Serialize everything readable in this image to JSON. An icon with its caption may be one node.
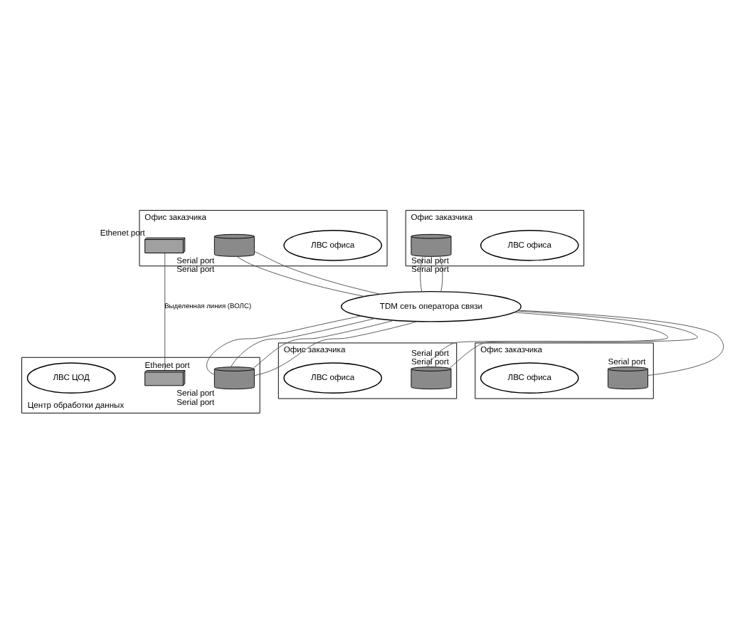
{
  "diagram": {
    "nodes": [
      {
        "text": [
          "Офис заказчика"
        ]
      },
      {
        "text": [
          "ЛВС офиса"
        ],
        "in": 0
      },
      {
        "text": [],
        "shape": "switch",
        "in": 0,
        "beside": [
          "Ethenet port"
        ]
      },
      {
        "text": [],
        "shape": "router",
        "in": 0,
        "beside": [
          "Serial port",
          "Serial port"
        ]
      },
      {
        "text": [
          "Офис заказчика"
        ]
      },
      {
        "text": [
          "ЛВС офиса"
        ],
        "in": 4
      },
      {
        "text": [],
        "shape": "router",
        "in": 4,
        "beside": [
          "Serial port",
          "Serial port"
        ]
      },
      {
        "text": [
          "TDM сеть оператора связи"
        ]
      },
      {
        "text": [
          "Центр обработки данных"
        ]
      },
      {
        "text": [],
        "shape": "switch",
        "in": 8,
        "beside": [
          "Ethenet port"
        ]
      },
      {
        "text": [],
        "shape": "router",
        "in": 8,
        "beside": [
          "Serial port",
          "Serial port"
        ]
      },
      {
        "text": [
          "ЛВС ЦОД"
        ],
        "in": 8
      },
      {
        "text": [
          "Офис заказчика"
        ]
      },
      {
        "text": [],
        "shape": "router",
        "in": 12,
        "beside": [
          "Serial port",
          "Serial port"
        ]
      },
      {
        "text": [
          "ЛВС офиса"
        ],
        "in": 12
      },
      {
        "text": [
          "Офис заказчика"
        ]
      },
      {
        "text": [],
        "shape": "router",
        "in": 15,
        "beside": [
          "Serial port"
        ]
      },
      {
        "text": [
          "ЛВС офиса"
        ],
        "in": 15
      }
    ],
    "edges": [
      {
        "from": 2,
        "to": 9,
        "arrow": "none",
        "label": "Выделенная линия (ВОЛС)"
      },
      {
        "from": 3,
        "to": 7,
        "arrow": "none"
      },
      {
        "from": 3,
        "to": 7,
        "arrow": "none"
      },
      {
        "from": 6,
        "to": 7,
        "arrow": "none"
      },
      {
        "from": 6,
        "to": 7,
        "arrow": "none"
      },
      {
        "from": 10,
        "to": 7,
        "arrow": "none"
      },
      {
        "from": 10,
        "to": 7,
        "arrow": "none"
      },
      {
        "from": 10,
        "to": 7,
        "arrow": "none"
      },
      {
        "from": 10,
        "to": 7,
        "arrow": "none"
      },
      {
        "from": 13,
        "to": 7,
        "arrow": "none"
      },
      {
        "from": 13,
        "to": 7,
        "arrow": "none"
      },
      {
        "from": 16,
        "to": 7,
        "arrow": "none"
      }
    ]
  }
}
